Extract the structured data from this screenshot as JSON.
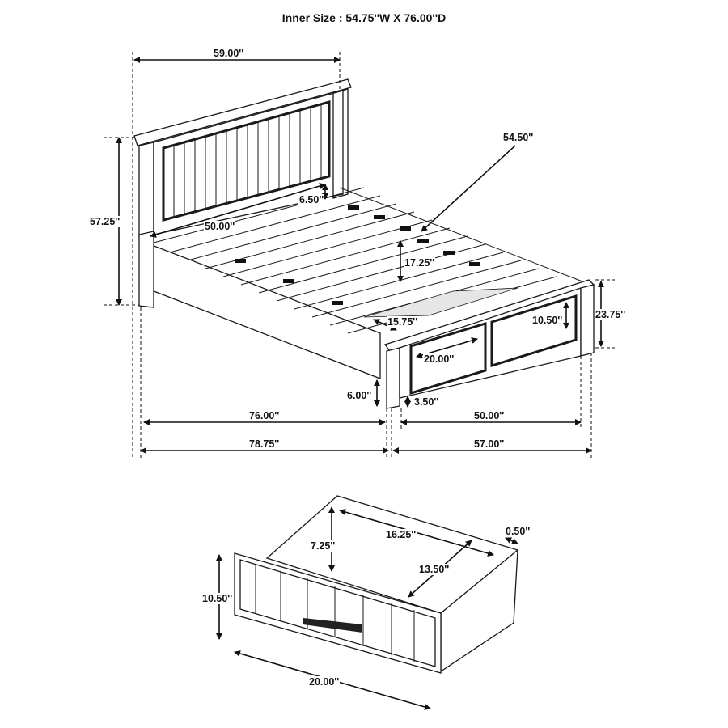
{
  "title": "Inner Size : 54.75''W X 76.00''D",
  "bed": {
    "headboard_width": "59.00''",
    "headboard_height": "57.25''",
    "headboard_panel_width": "50.00''",
    "headboard_panel_gap": "6.50''",
    "slat_length": "54.50''",
    "under_bed_clearance": "17.25''",
    "storage_opening_depth": "15.75''",
    "footboard_drawer_width": "20.00''",
    "footboard_drawer_height": "10.50''",
    "footboard_height": "23.75''",
    "rail_height_from_floor": "6.00''",
    "footboard_clearance": "3.50''",
    "inner_length": "76.00''",
    "inner_width_at_foot": "50.00''",
    "overall_length": "78.75''",
    "overall_width": "57.00''"
  },
  "drawer": {
    "front_height": "10.50''",
    "inner_depth": "7.25''",
    "inner_length": "16.25''",
    "inner_width": "13.50''",
    "side_thickness": "0.50''",
    "front_width": "20.00''"
  },
  "colors": {
    "line": "#1a1a1a",
    "panel_fill": "#e6e6e6",
    "background": "#ffffff"
  }
}
